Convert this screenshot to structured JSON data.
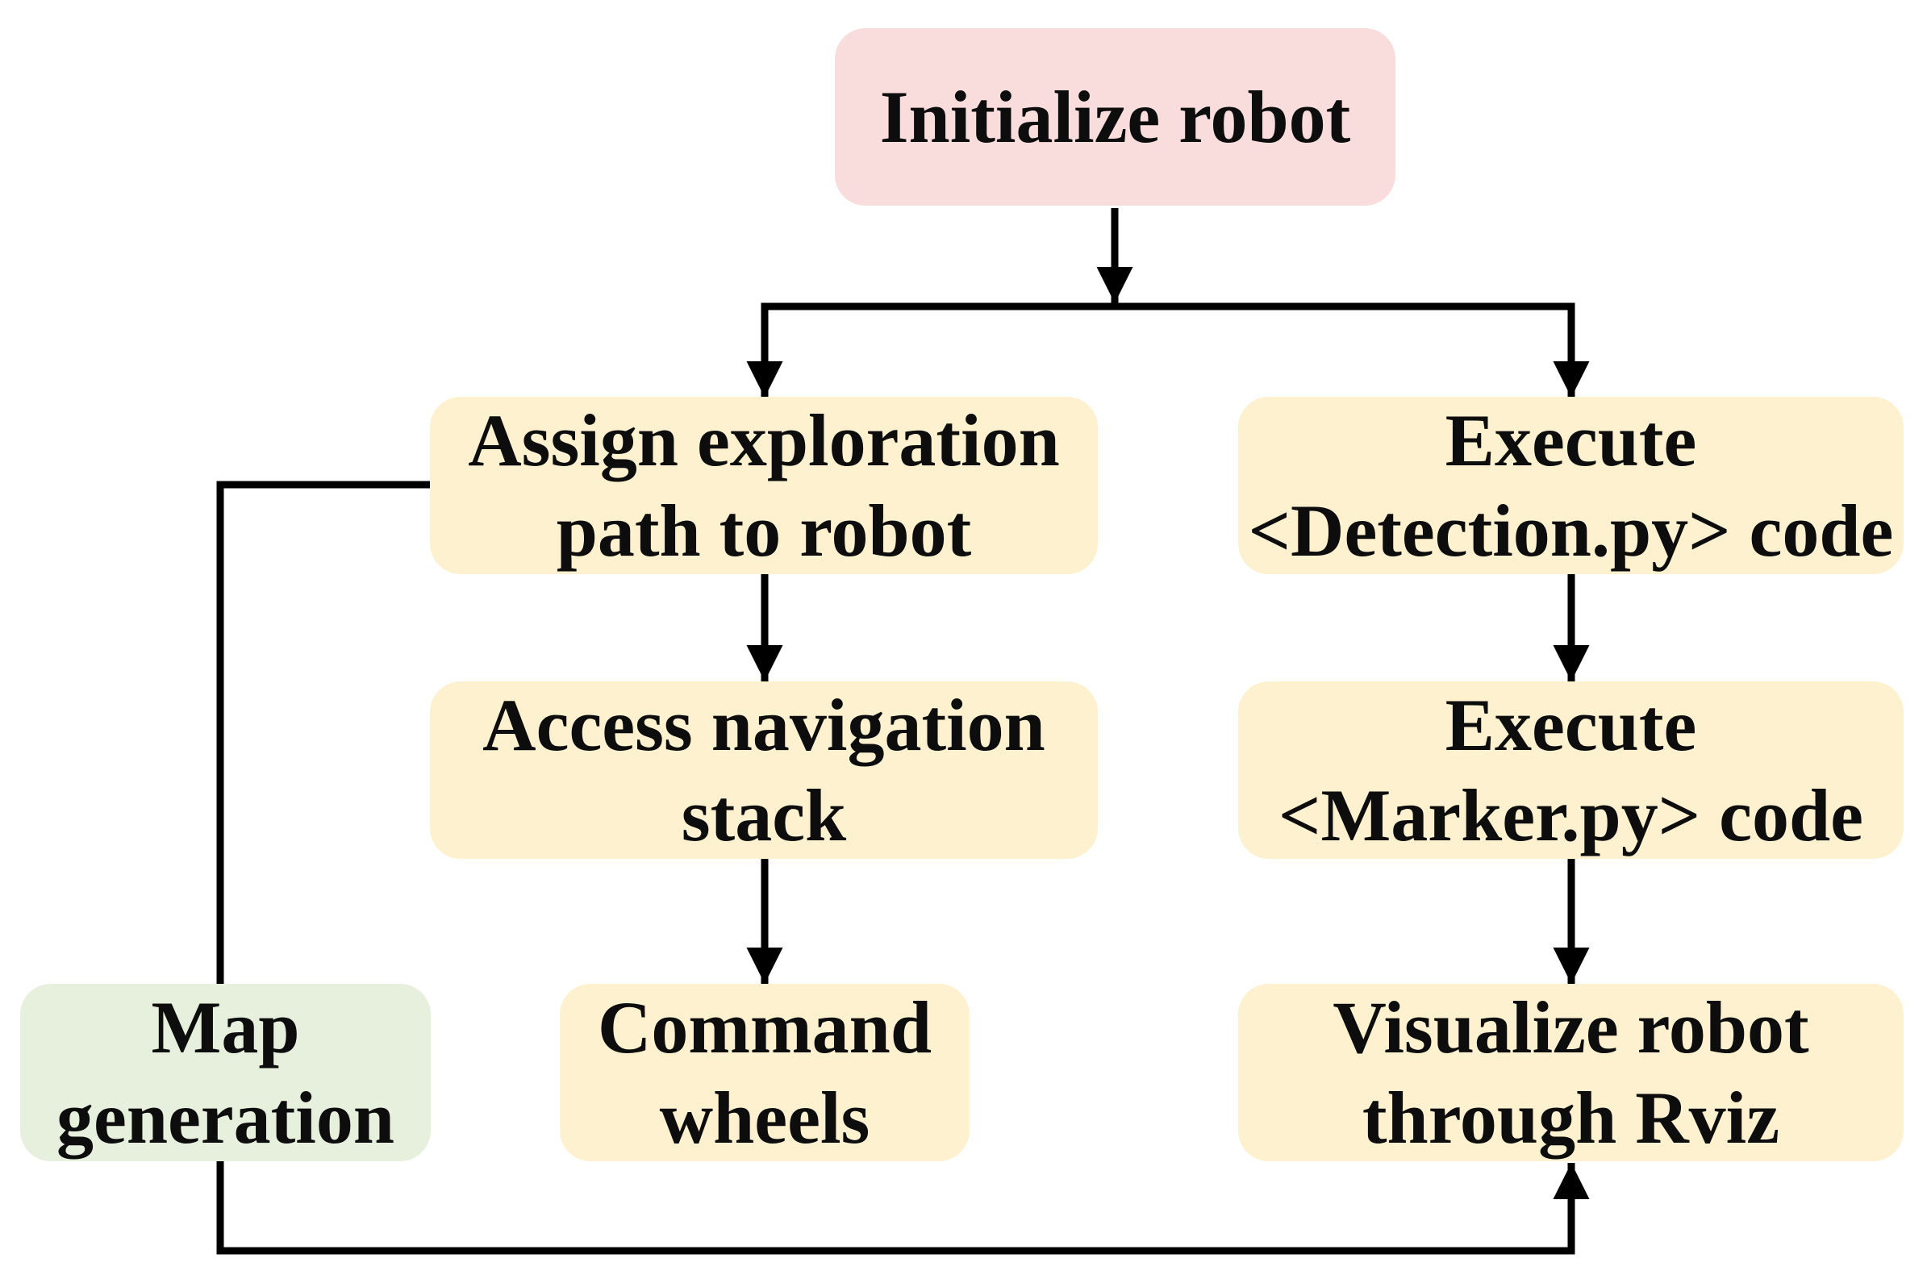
{
  "diagram": {
    "colors": {
      "start_fill": "#f9dcdc",
      "process_fill": "#fdf1d0",
      "map_fill": "#e6f0dc",
      "connector": "#000000"
    },
    "nodes": {
      "initialize": {
        "lines": [
          "Initialize robot"
        ]
      },
      "assign_path": {
        "lines": [
          "Assign exploration",
          "path to robot"
        ]
      },
      "nav_stack": {
        "lines": [
          "Access navigation",
          "stack"
        ]
      },
      "command_wheels": {
        "lines": [
          "Command",
          "wheels"
        ]
      },
      "map_generation": {
        "lines": [
          "Map",
          "generation"
        ]
      },
      "detection": {
        "lines": [
          "Execute",
          "<Detection.py> code"
        ]
      },
      "marker": {
        "lines": [
          "Execute",
          "<Marker.py> code"
        ]
      },
      "visualize": {
        "lines": [
          "Visualize robot",
          "through Rviz"
        ]
      }
    }
  }
}
